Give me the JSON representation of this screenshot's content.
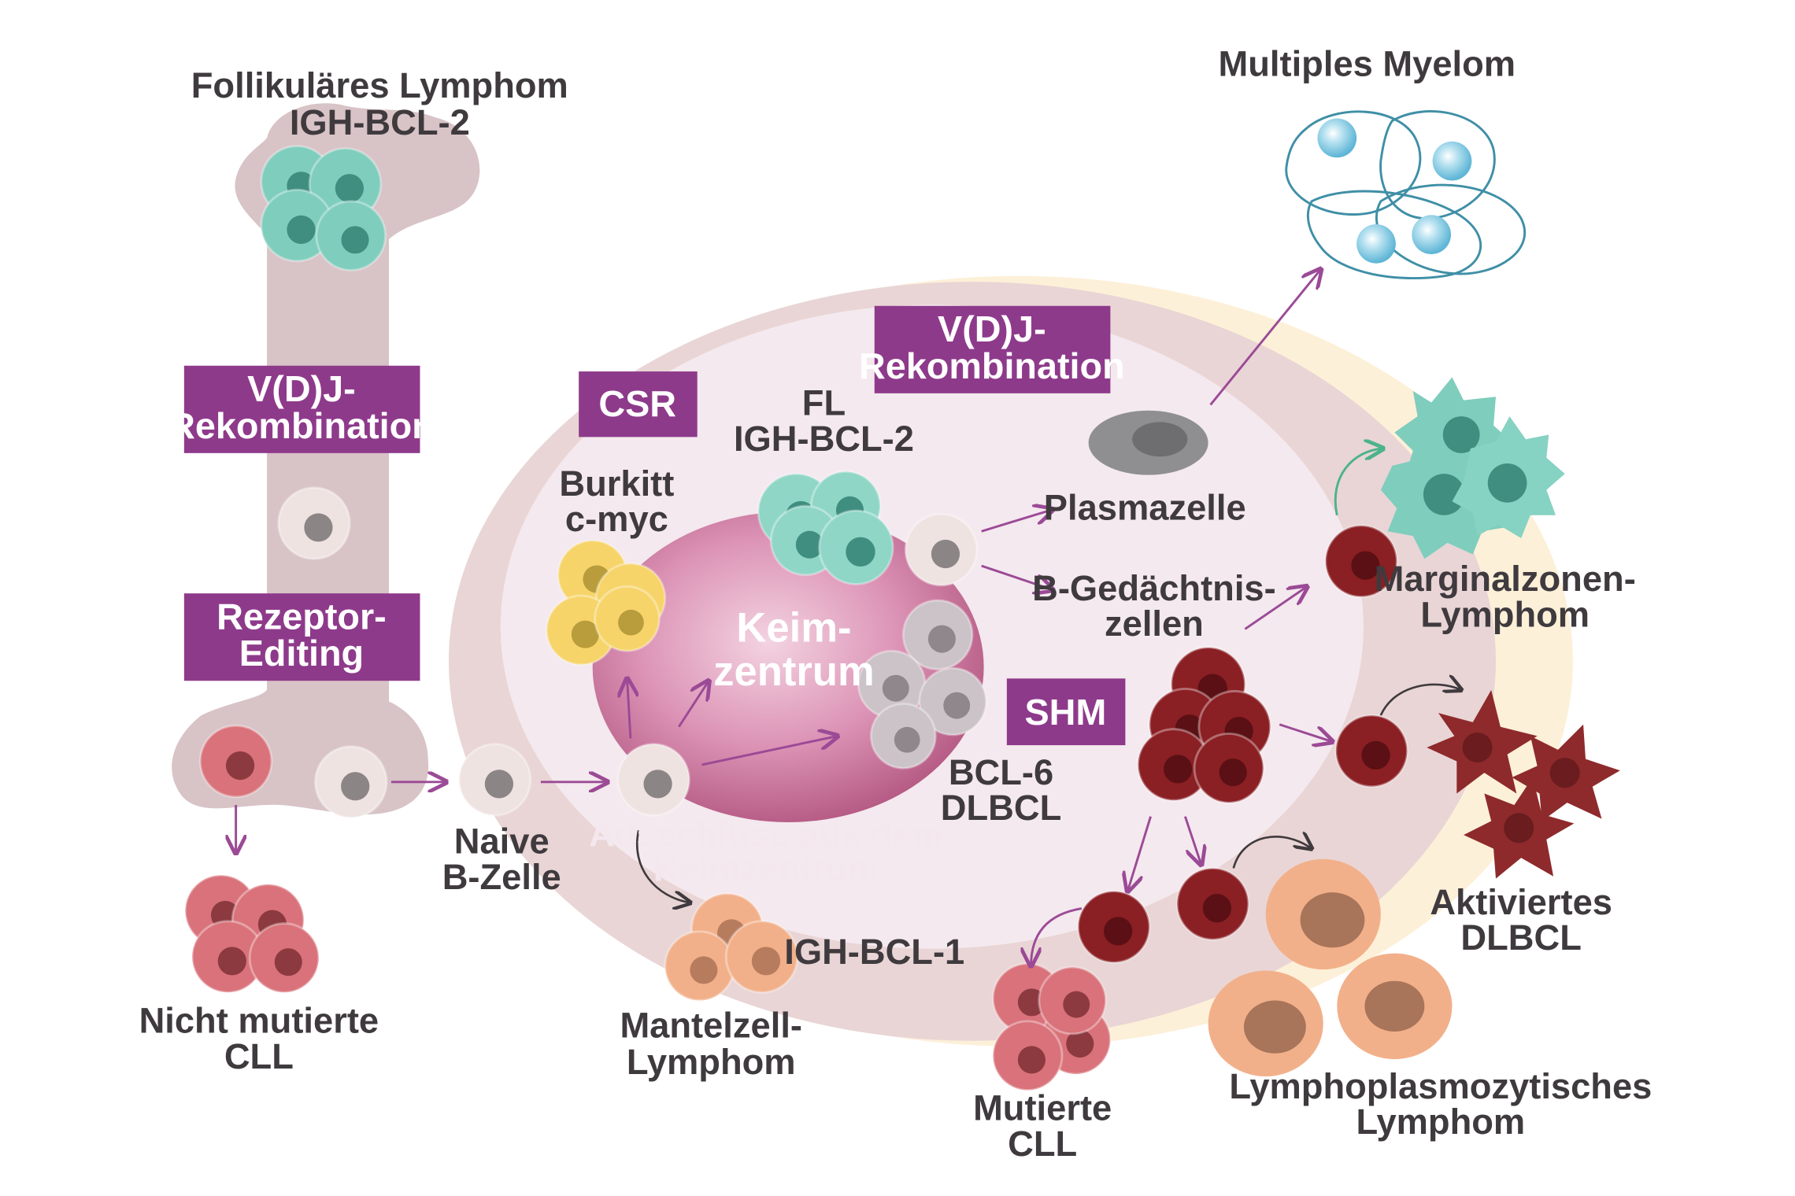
{
  "labels": {
    "follicular_line1": "Follikuläres Lymphom",
    "follicular_line2": "IGH-BCL-2",
    "multiple_myeloma": "Multiples Myelom",
    "fl_line1": "FL",
    "fl_line2": "IGH-BCL-2",
    "burkitt_line1": "Burkitt",
    "burkitt_line2": "c-myc",
    "keimzentrum_line1": "Keim-",
    "keimzentrum_line2": "zentrum",
    "plasmazelle": "Plasmazelle",
    "b_memory_line1": "B-Gedächtnis-",
    "b_memory_line2": "zellen",
    "marginal_line1": "Marginalzonen-",
    "marginal_line2": "Lymphom",
    "bcl6_line1": "BCL-6",
    "bcl6_line2": "DLBCL",
    "naive_line1": "Naive",
    "naive_line2": "B-Zelle",
    "exclusion_line1": "Ausschluss aus dem",
    "exclusion_line2": "Keimzentrum",
    "igh_bcl1": "IGH-BCL-1",
    "mantle_line1": "Mantelzell-",
    "mantle_line2": "Lymphom",
    "nonmut_line1": "Nicht mutierte",
    "nonmut_line2": "CLL",
    "mut_line1": "Mutierte",
    "mut_line2": "CLL",
    "activated_line1": "Aktiviertes",
    "activated_line2": "DLBCL",
    "lympho_line1": "Lymphoplasmozytisches",
    "lympho_line2": "Lymphom"
  },
  "boxes": {
    "vdj_bone_line1": "V(D)J-",
    "vdj_bone_line2": "Rekombination",
    "receptor_line1": "Rezeptor-",
    "receptor_line2": "Editing",
    "csr": "CSR",
    "vdj_gc_line1": "V(D)J-",
    "vdj_gc_line2": "Rekombination",
    "shm": "SHM"
  },
  "colors": {
    "purple_box": "#8e3a8b",
    "arrow": "#9b4a96",
    "bone": "#d8c3c6",
    "teal_cell": "#7fcdbd",
    "yellow_cell": "#f6d46a",
    "orange_cell": "#f2b08a",
    "red_cell": "#d9727a",
    "dark_red_cell": "#8a1f24",
    "plasma_cell": "#8f8f92",
    "myeloma_cell": "#8fcfe6",
    "germinal_center": "#c96f97"
  }
}
